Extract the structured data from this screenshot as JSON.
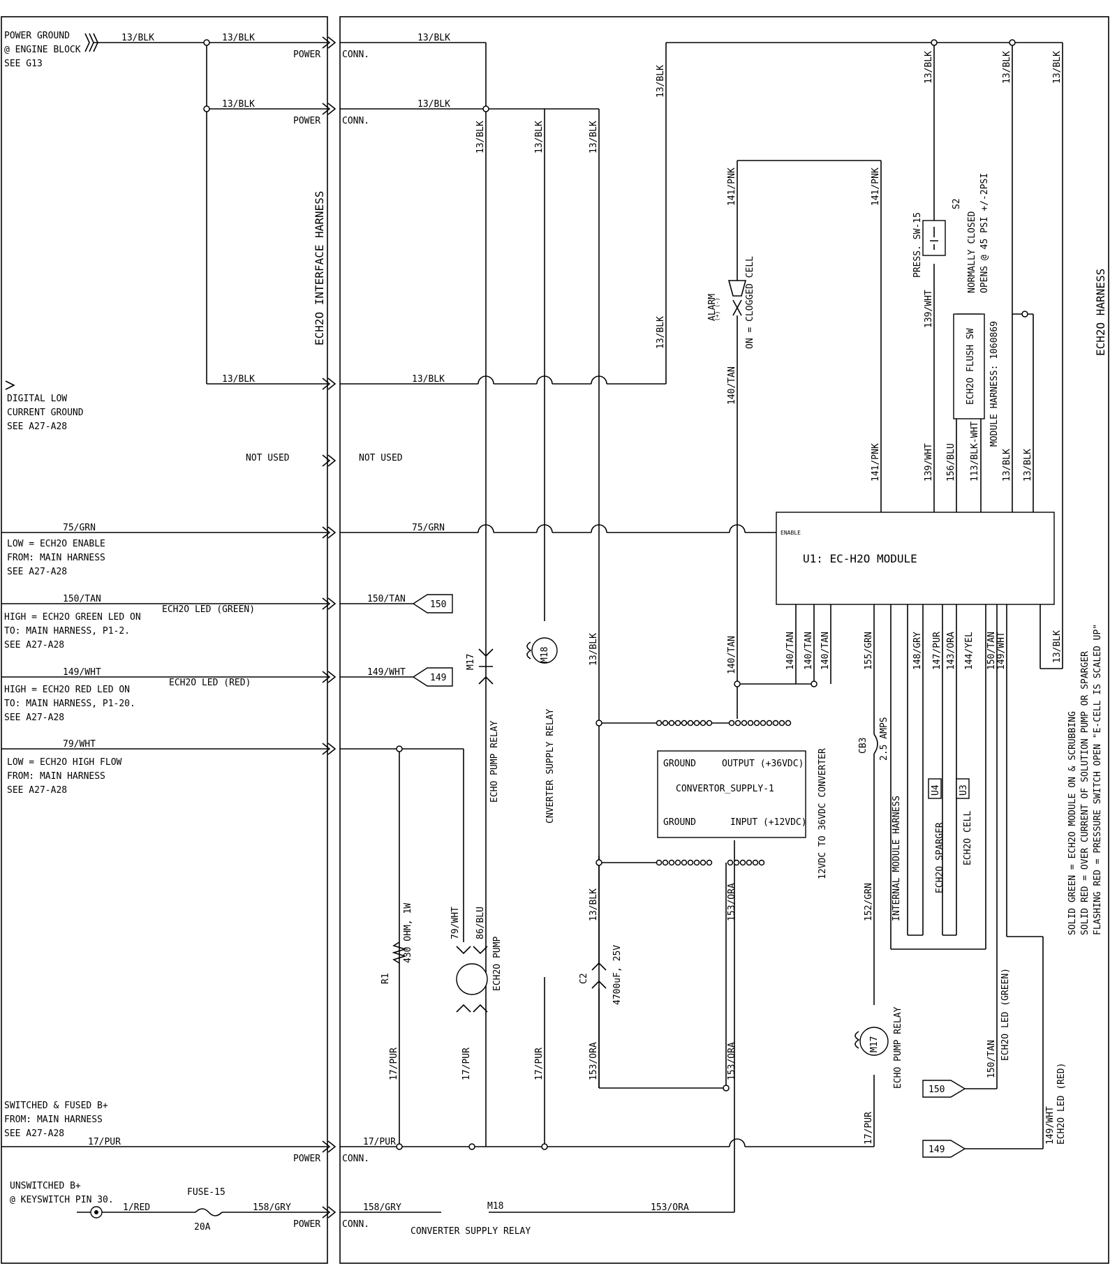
{
  "left_notes": {
    "power_ground": [
      "POWER GROUND",
      "@ ENGINE BLOCK",
      "SEE G13"
    ],
    "digital_low": [
      "DIGITAL LOW",
      "CURRENT GROUND",
      "SEE A27-A28"
    ],
    "enable": [
      "LOW = ECH2O ENABLE",
      "FROM: MAIN HARNESS",
      "SEE A27-A28"
    ],
    "green_led": [
      "HIGH = ECH2O GREEN LED ON",
      "TO: MAIN HARNESS, P1-2.",
      "SEE A27-A28"
    ],
    "red_led": [
      "HIGH = ECH2O RED LED ON",
      "TO: MAIN HARNESS, P1-20.",
      "SEE A27-A28"
    ],
    "high_flow": [
      "LOW = ECH2O HIGH FLOW",
      "FROM: MAIN HARNESS",
      "SEE A27-A28"
    ],
    "switched": [
      "SWITCHED & FUSED B+",
      "FROM: MAIN HARNESS",
      "SEE A27-A28"
    ],
    "unswitched": [
      "UNSWITCHED B+",
      "@ KEYSWITCH PIN 30."
    ]
  },
  "wires": {
    "blk": "13/BLK",
    "grn75": "75/GRN",
    "tan150": "150/TAN",
    "wht149": "149/WHT",
    "wht79": "79/WHT",
    "pur17": "17/PUR",
    "red1": "1/RED",
    "gry158": "158/GRY",
    "ora153": "153/ORA",
    "pnk141": "141/PNK",
    "wht139": "139/WHT",
    "tan140": "140/TAN",
    "grn155": "155/GRN",
    "grn152": "152/GRN",
    "blu86": "86/BLU",
    "blu156": "156/BLU",
    "blkwht113": "113/BLK-WHT",
    "gry148": "148/GRY",
    "pur147": "147/PUR",
    "ora143": "143/ORA",
    "yel144": "144/YEL"
  },
  "labels": {
    "power": "POWER",
    "conn": "CONN.",
    "not_used": "NOT USED",
    "interface_harness": "ECH2O INTERFACE HARNESS",
    "ech2o_harness": "ECH2O HARNESS",
    "led_green": "ECH2O LED (GREEN)",
    "led_red": "ECH2O LED (RED)",
    "fuse": "FUSE-15",
    "fuse_rating": "20A",
    "m18": "M18",
    "m17": "M17",
    "converter_relay": "CONVERTER SUPPLY RELAY",
    "cnverter_relay": "CNVERTER SUPPLY RELAY",
    "echo_pump_relay": "ECHO PUMP RELAY",
    "ech2o_pump": "ECH2O PUMP",
    "resistor": "R1",
    "resistor_value": "430 OHM, 1W",
    "cap": "C2",
    "cap_value": "4700uF, 25V",
    "converter_title": "12VDC TO 36VDC CONVERTER",
    "converter_name": "CONVERTOR_SUPPLY-1",
    "conv_ground": "GROUND",
    "conv_output": "OUTPUT (+36VDC)",
    "conv_input": "INPUT (+12VDC)",
    "module_name": "U1:  EC-H2O MODULE",
    "enable_pin": "ENABLE",
    "alarm": "ALARM",
    "alarm_pm": "(+)    (-)",
    "alarm_desc": "ON = CLOGGED CELL",
    "press_sw": "PRESS. SW-15",
    "s2": "S2",
    "normally_closed": "NORMALLY  CLOSED",
    "opens": "OPENS @ 45 PSI +/-2PSI",
    "flush_sw": "ECH2O FLUSH SW",
    "module_harness": "MODULE HARNESS: 1060869",
    "cb3": "CB3",
    "cb3_amps": "2.5 AMPS",
    "internal_harness": "INTERNAL MODULE HARNESS",
    "sparger": "ECH2O SPARGER",
    "cell": "ECH2O CELL",
    "u4": "U4",
    "u3": "U3",
    "tag150": "150",
    "tag149": "149"
  },
  "notes": [
    "SOLID GREEN = ECH2O MODULE ON & SCRUBBING",
    "SOLID RED = OVER CURRENT OF SOLUTION PUMP OR SPARGER",
    "FLASHING RED = PRESSURE SWITCH OPEN \"E-CELL IS SCALED UP\""
  ]
}
